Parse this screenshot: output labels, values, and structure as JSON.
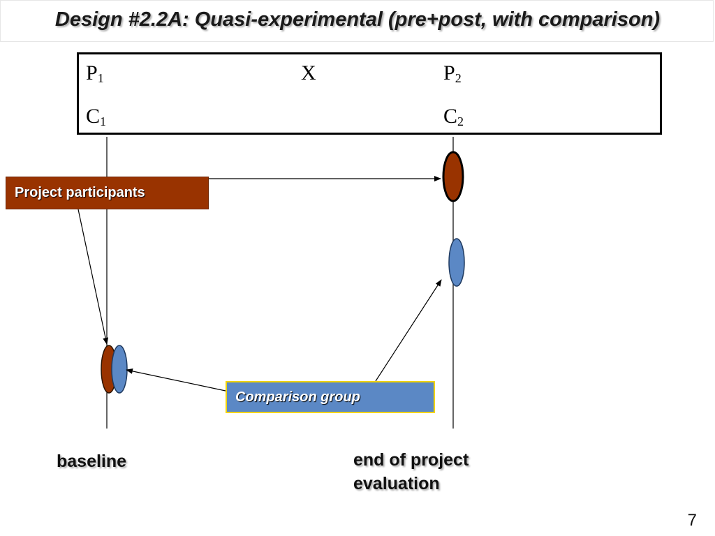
{
  "title": "Design #2.2A: Quasi-experimental (pre+post,  with comparison)",
  "design_table": {
    "p1": {
      "letter": "P",
      "sub": "1"
    },
    "x": "X",
    "p2": {
      "letter": "P",
      "sub": "2"
    },
    "c1": {
      "letter": "C",
      "sub": "1"
    },
    "c2": {
      "letter": "C",
      "sub": "2"
    }
  },
  "labels": {
    "project_participants": "Project participants",
    "comparison_group": "Comparison group",
    "baseline": "baseline",
    "end_line1": "end of project",
    "end_line2": "evaluation"
  },
  "colors": {
    "participants": "#993300",
    "comparison": "#5b88c5",
    "comparison_border": "#f2d400"
  },
  "page_number": "7"
}
